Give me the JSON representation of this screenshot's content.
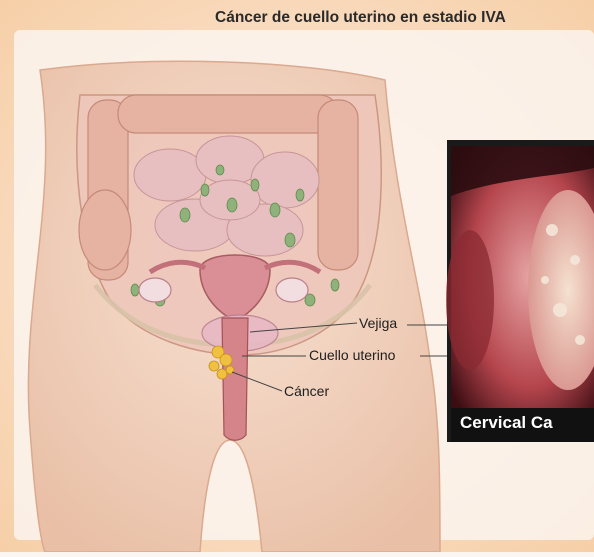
{
  "figure": {
    "title": "Cáncer de cuello uterino en estadio IVA",
    "labels": {
      "bladder": "Vejiga",
      "cervix": "Cuello uterino",
      "cancer": "Cáncer"
    },
    "photo_caption": "Cervical Ca"
  },
  "colors": {
    "background": "#fbf6f1",
    "skin": "#f3d9c6",
    "intestine": "#e8b7a6",
    "organ": "#d78a92",
    "tumor": "#f0c040",
    "photo_frame": "#1a1a1a"
  }
}
